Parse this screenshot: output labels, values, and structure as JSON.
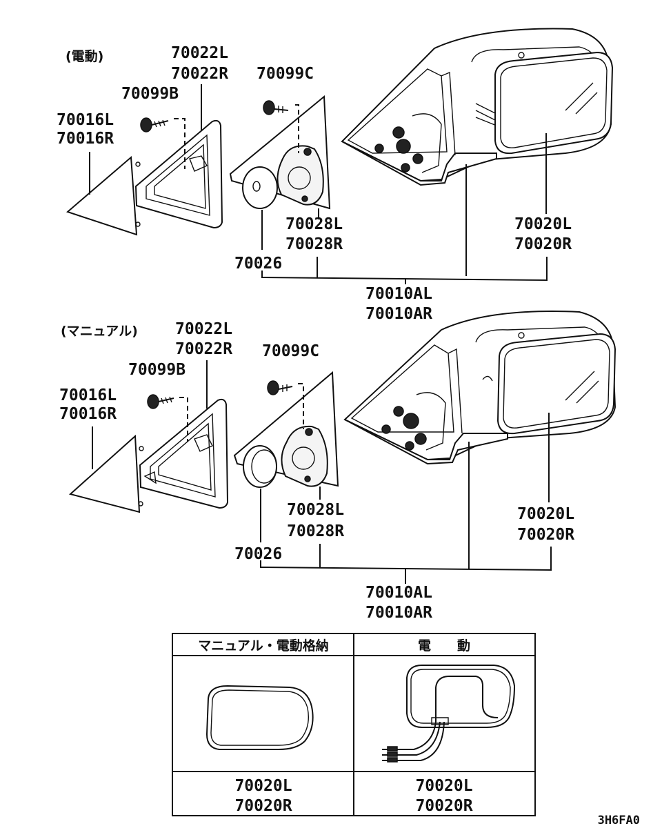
{
  "sections": [
    {
      "heading": "(電動)",
      "labels": {
        "p70022": [
          "70022L",
          "70022R"
        ],
        "p70099b": "70099B",
        "p70016": [
          "70016L",
          "70016R"
        ],
        "p70099c": "70099C",
        "p70028": [
          "70028L",
          "70028R"
        ],
        "p70026": "70026",
        "p70020": [
          "70020L",
          "70020R"
        ],
        "assembly": [
          "70010AL",
          "70010AR"
        ]
      }
    },
    {
      "heading": "(マニュアル)",
      "labels": {
        "p70022": [
          "70022L",
          "70022R"
        ],
        "p70099b": "70099B",
        "p70016": [
          "70016L",
          "70016R"
        ],
        "p70099c": "70099C",
        "p70028": [
          "70028L",
          "70028R"
        ],
        "p70026": "70026",
        "p70020": [
          "70020L",
          "70020R"
        ],
        "assembly": [
          "70010AL",
          "70010AR"
        ]
      }
    }
  ],
  "table": {
    "columns": [
      {
        "header": "マニュアル・電動格納",
        "parts": [
          "70020L",
          "70020R"
        ]
      },
      {
        "header": "電　　動",
        "parts": [
          "70020L",
          "70020R"
        ]
      }
    ]
  },
  "figure_code": "3H6FA0"
}
